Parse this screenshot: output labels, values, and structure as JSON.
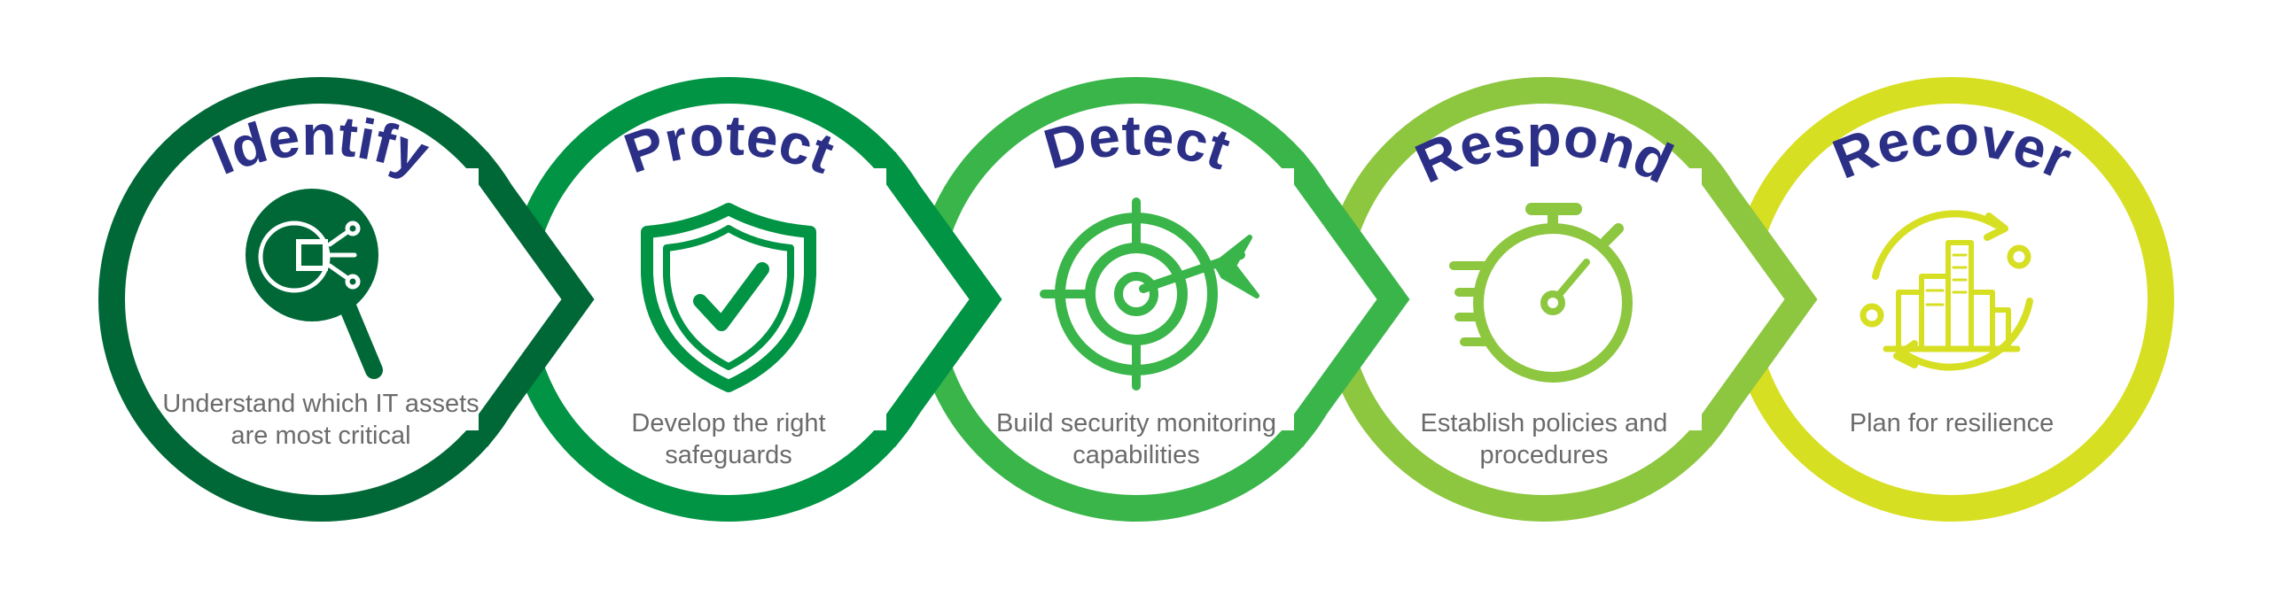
{
  "steps": [
    {
      "title": "Identify",
      "description": "Understand which IT assets are most critical",
      "color": "#006837",
      "icon": "magnifier-chip-icon"
    },
    {
      "title": "Protect",
      "description": "Develop the right safeguards",
      "color": "#009444",
      "icon": "shield-check-icon"
    },
    {
      "title": "Detect",
      "description": "Build security monitoring capabilities",
      "color": "#39b54a",
      "icon": "target-arrow-icon"
    },
    {
      "title": "Respond",
      "description": "Establish policies and procedures",
      "color": "#8dc63f",
      "icon": "stopwatch-icon"
    },
    {
      "title": "Recover",
      "description": "Plan for resilience",
      "color": "#d7df23",
      "icon": "city-cycle-icon"
    }
  ]
}
